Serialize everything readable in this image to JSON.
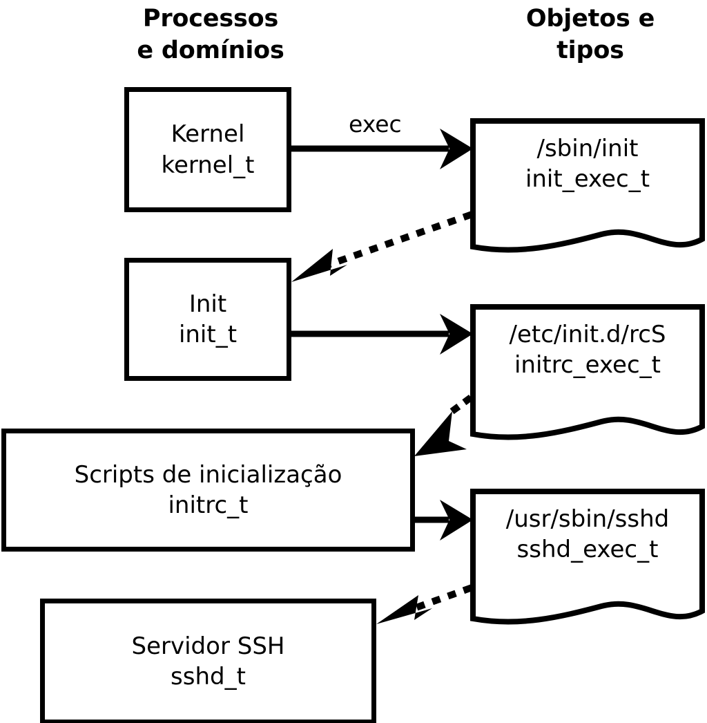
{
  "headers": {
    "left": "Processos\ne domínios",
    "right": "Objetos e\ntipos"
  },
  "colors": {
    "stroke": "#000000",
    "fill": "#ffffff",
    "text": "#000000"
  },
  "processes": [
    {
      "id": "kernel",
      "title": "Kernel",
      "type": "kernel_t"
    },
    {
      "id": "init",
      "title": "Init",
      "type": "init_t"
    },
    {
      "id": "initrc",
      "title": "Scripts de inicialização",
      "type": "initrc_t"
    },
    {
      "id": "sshd",
      "title": "Servidor SSH",
      "type": "sshd_t"
    }
  ],
  "objects": [
    {
      "id": "init-exec",
      "path": "/sbin/init",
      "type": "init_exec_t"
    },
    {
      "id": "initrc-exec",
      "path": "/etc/init.d/rcS",
      "type": "initrc_exec_t"
    },
    {
      "id": "sshd-exec",
      "path": "/usr/sbin/sshd",
      "type": "sshd_exec_t"
    }
  ],
  "edges": {
    "exec_label": "exec"
  }
}
